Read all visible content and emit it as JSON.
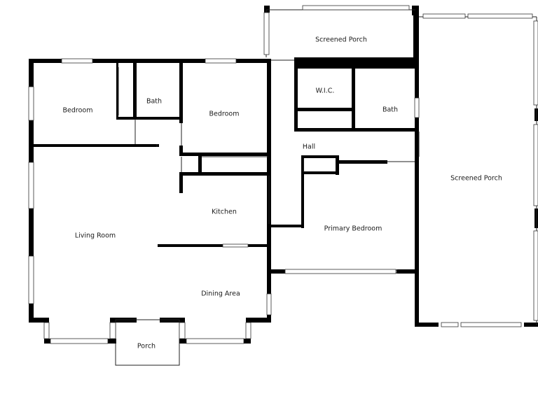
{
  "rooms": {
    "screened_porch_top": "Screened Porch",
    "bedroom_left": "Bedroom",
    "bath_left": "Bath",
    "bedroom_middle": "Bedroom",
    "wic": "W.I.C.",
    "bath_right": "Bath",
    "hall": "Hall",
    "screened_porch_right": "Screened Porch",
    "kitchen": "Kitchen",
    "living_room": "Living Room",
    "primary_bedroom": "Primary Bedroom",
    "dining_area": "Dining Area",
    "porch": "Porch"
  }
}
